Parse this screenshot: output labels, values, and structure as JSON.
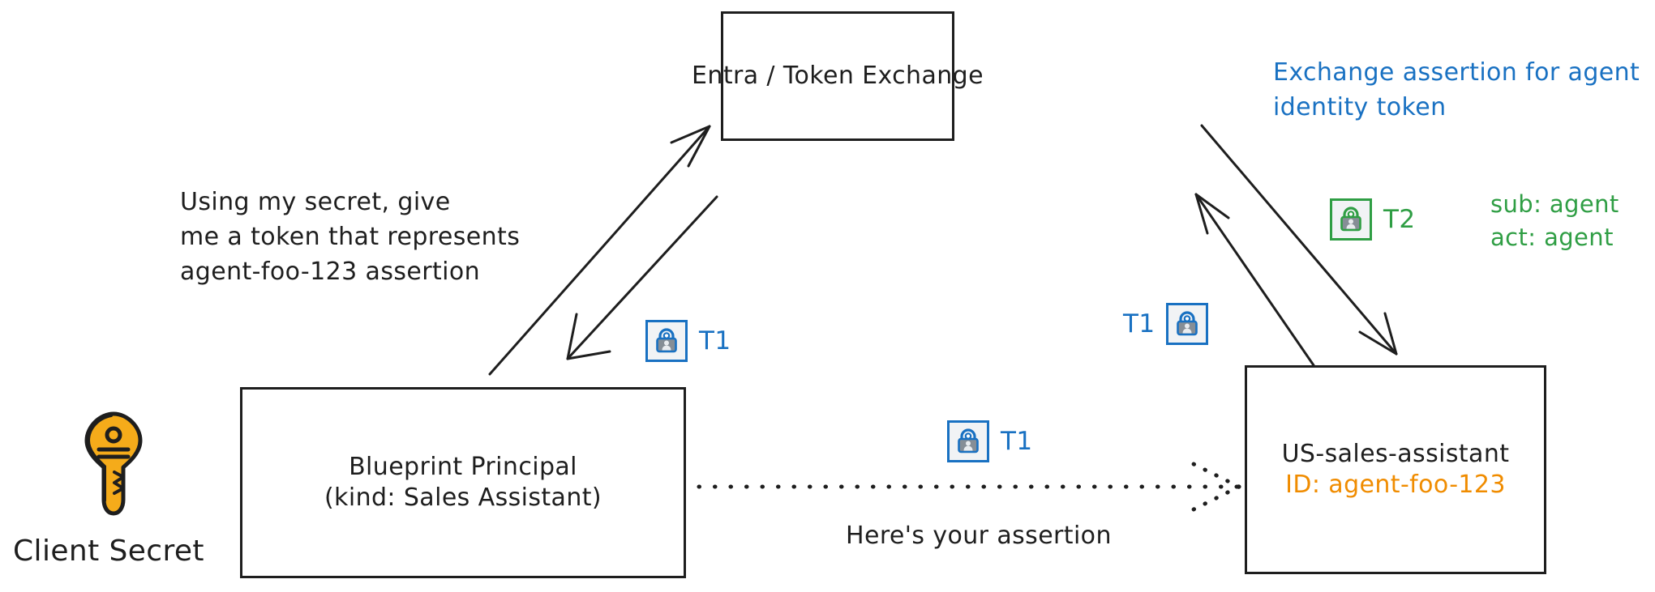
{
  "diagram": {
    "title": "Agent identity token exchange flow",
    "colors": {
      "stroke": "#1e1e1e",
      "blue": "#1971c2",
      "green": "#2f9e44",
      "orange": "#f08c00",
      "key_fill": "#f5ab1a",
      "chip_fill": "#f1f3f5",
      "background": "#ffffff"
    }
  },
  "nodes": {
    "entra": {
      "label": "Entra / Token Exchange"
    },
    "blueprint": {
      "line1": "Blueprint Principal",
      "line2": "(kind: Sales Assistant)"
    },
    "agent": {
      "name": "US-sales-assistant",
      "id": "ID: agent-foo-123"
    }
  },
  "annotations": {
    "request": "Using my secret, give\nme a token that represents\nagent-foo-123 assertion",
    "exchange": "Exchange assertion for agent\nidentity token",
    "assertion_reply": "Here's your assertion",
    "client_secret": "Client Secret",
    "claims": "sub: agent\nact: agent"
  },
  "badges": [
    {
      "id": "t1-left",
      "tag": "T1",
      "color": "#1971c2",
      "icon": "lock-person-icon",
      "order": "icon-first"
    },
    {
      "id": "t1-mid",
      "tag": "T1",
      "color": "#1971c2",
      "icon": "lock-person-icon",
      "order": "icon-first"
    },
    {
      "id": "t1-right",
      "tag": "T1",
      "color": "#1971c2",
      "icon": "lock-person-icon",
      "order": "label-first"
    },
    {
      "id": "t2",
      "tag": "T2",
      "color": "#2f9e44",
      "icon": "lock-person-icon",
      "order": "icon-first"
    }
  ],
  "icons": {
    "key": "key-icon",
    "lock_person": "lock-person-icon"
  },
  "edges": [
    {
      "name": "blueprint-to-entra",
      "style": "solid",
      "direction": "up-right"
    },
    {
      "name": "entra-to-blueprint",
      "style": "solid",
      "direction": "down-left"
    },
    {
      "name": "agent-to-entra",
      "style": "solid",
      "direction": "up-left"
    },
    {
      "name": "entra-to-agent",
      "style": "solid",
      "direction": "down-right"
    },
    {
      "name": "blueprint-to-agent",
      "style": "dotted",
      "direction": "right"
    }
  ]
}
